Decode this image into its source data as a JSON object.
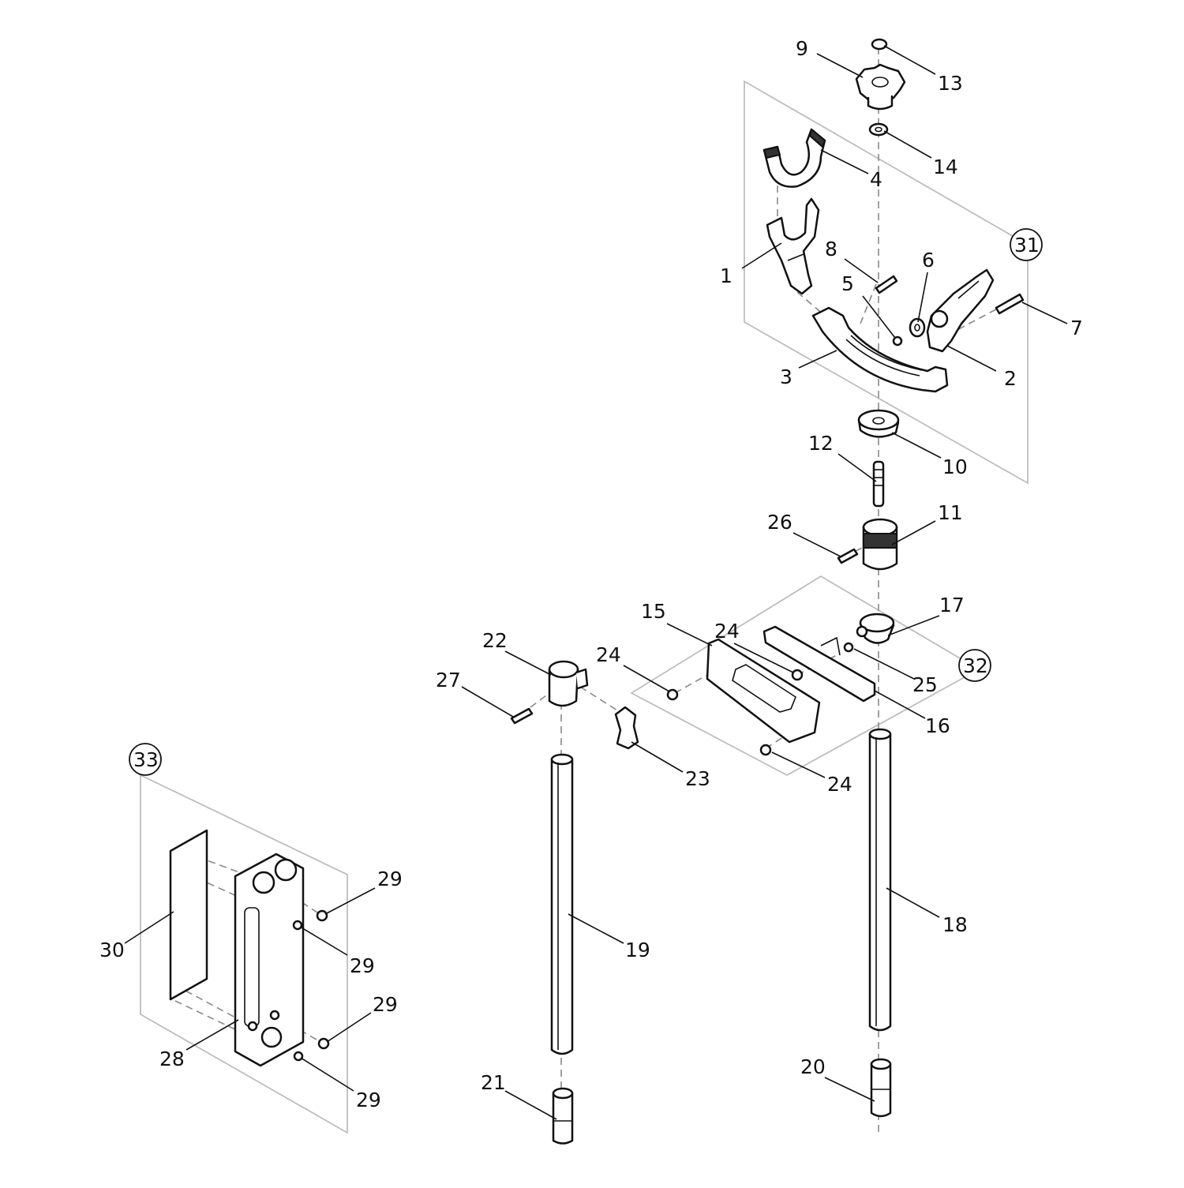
{
  "labels": {
    "p1": "1",
    "p2": "2",
    "p3": "3",
    "p4": "4",
    "p5": "5",
    "p6": "6",
    "p7": "7",
    "p8": "8",
    "p9": "9",
    "p10": "10",
    "p11": "11",
    "p12": "12",
    "p13": "13",
    "p14": "14",
    "p15": "15",
    "p16": "16",
    "p17": "17",
    "p18": "18",
    "p19": "19",
    "p20": "20",
    "p21": "21",
    "p22": "22",
    "p23": "23",
    "p24a": "24",
    "p24b": "24",
    "p24c": "24",
    "p25": "25",
    "p26": "26",
    "p27": "27",
    "p28": "28",
    "p29a": "29",
    "p29b": "29",
    "p29c": "29",
    "p29d": "29",
    "p30": "30",
    "g31": "31",
    "g32": "32",
    "g33": "33"
  }
}
